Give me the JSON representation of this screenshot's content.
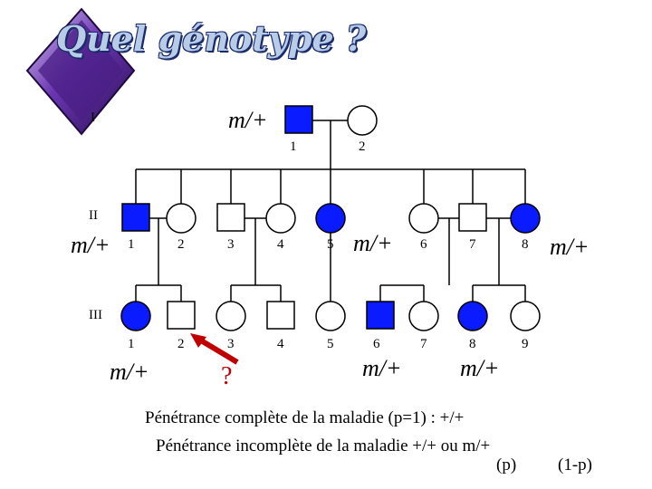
{
  "title": "Quel génotype ?",
  "generations": {
    "I": "I",
    "II": "II",
    "III": "III"
  },
  "numbers": {
    "I": [
      "1",
      "2"
    ],
    "II": [
      "1",
      "2",
      "3",
      "4",
      "5",
      "6",
      "7",
      "8"
    ],
    "III": [
      "1",
      "2",
      "3",
      "4",
      "5",
      "6",
      "7",
      "8",
      "9"
    ]
  },
  "genotypes": {
    "I1": "m/+",
    "II1": "m/+",
    "II5": "m/+",
    "II8": "m/+",
    "III1": "m/+",
    "III6": "m/+",
    "III8": "m/+"
  },
  "question": "?",
  "footer": {
    "line1": "Pénétrance complète de la maladie (p=1) : +/+",
    "line2": "Pénétrance incomplète de la maladie +/+ ou m/+",
    "p": "(p)",
    "one_minus_p": "(1-p)"
  },
  "colors": {
    "affected": "#0a1cff",
    "title_fill": "#b8cce8",
    "title_outline": "#1a2b6b",
    "logo": "#5b2a9a",
    "arrow": "#c00000"
  }
}
